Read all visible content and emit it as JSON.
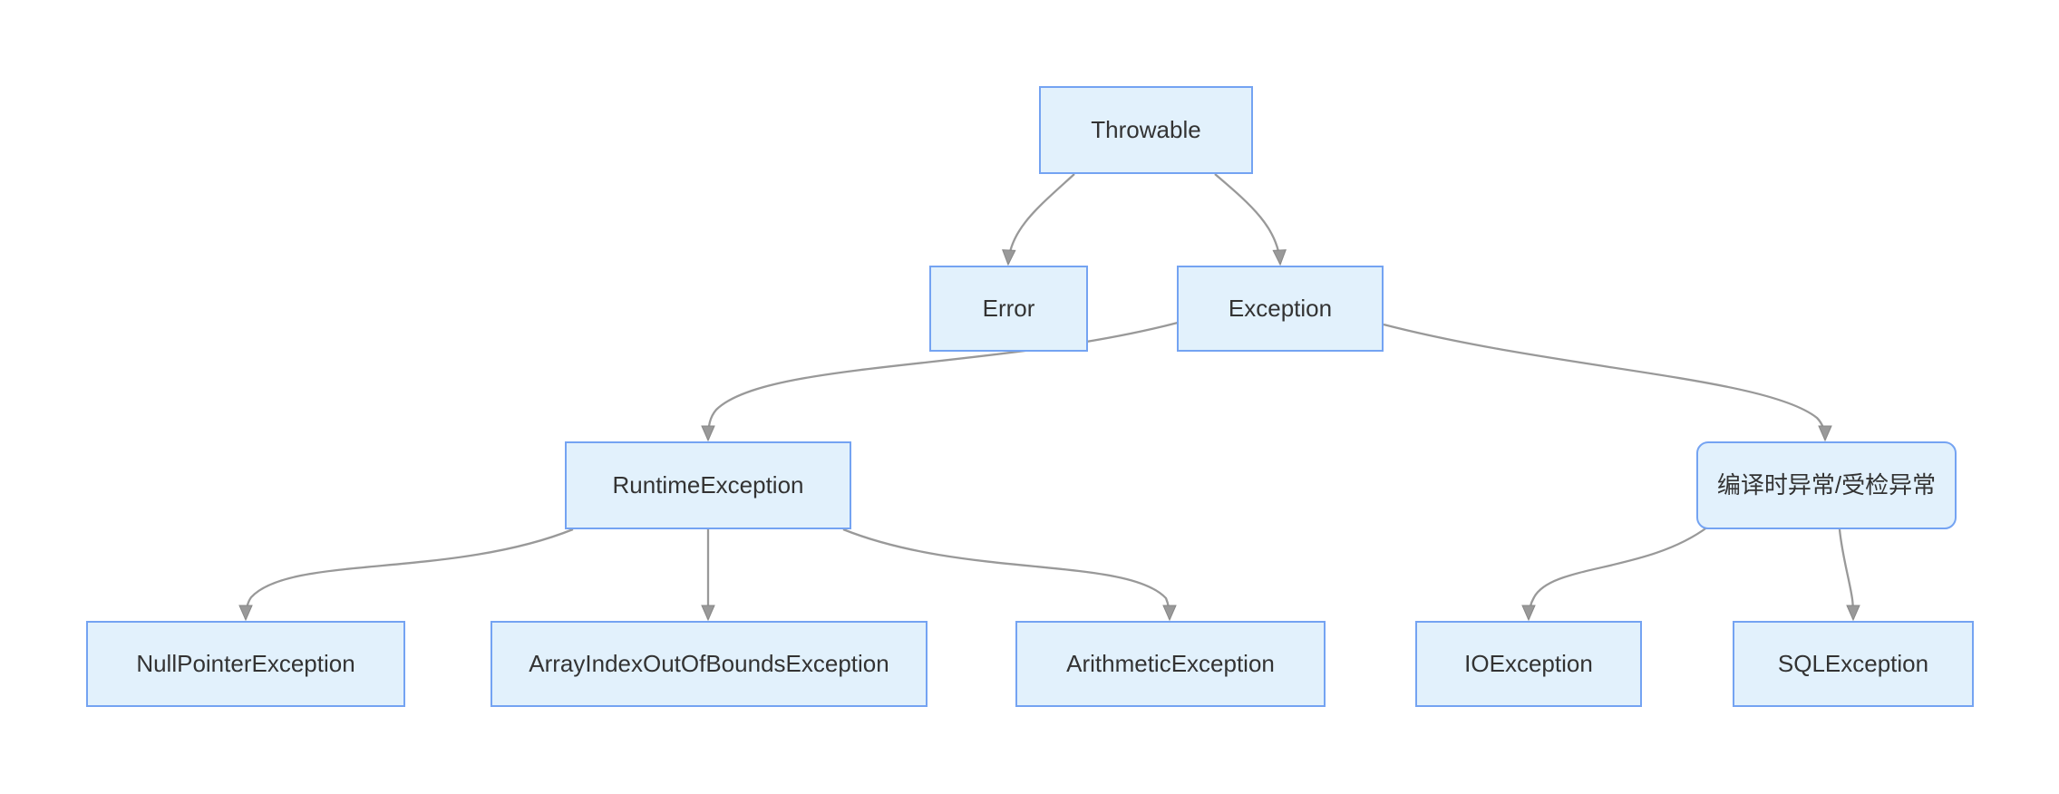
{
  "diagram": {
    "type": "flowchart",
    "description": "Java Throwable exception class hierarchy",
    "colors": {
      "background": "#ffffff",
      "node_fill": "#e2f1fc",
      "node_border": "#74a3f2",
      "edge": "#999999",
      "text": "#333333"
    },
    "nodes": [
      {
        "id": "throwable",
        "label": "Throwable",
        "shape": "rect"
      },
      {
        "id": "error",
        "label": "Error",
        "shape": "rect"
      },
      {
        "id": "exception",
        "label": "Exception",
        "shape": "rect"
      },
      {
        "id": "runtime-exception",
        "label": "RuntimeException",
        "shape": "rect"
      },
      {
        "id": "checked-exception",
        "label": "编译时异常/受检异常",
        "shape": "rounded"
      },
      {
        "id": "null-pointer-exception",
        "label": "NullPointerException",
        "shape": "rect"
      },
      {
        "id": "array-index-out-of-bounds-exception",
        "label": "ArrayIndexOutOfBoundsException",
        "shape": "rect"
      },
      {
        "id": "arithmetic-exception",
        "label": "ArithmeticException",
        "shape": "rect"
      },
      {
        "id": "io-exception",
        "label": "IOException",
        "shape": "rect"
      },
      {
        "id": "sql-exception",
        "label": "SQLException",
        "shape": "rect"
      }
    ],
    "edges": [
      {
        "from": "Throwable",
        "to": "Error"
      },
      {
        "from": "Throwable",
        "to": "Exception"
      },
      {
        "from": "Exception",
        "to": "RuntimeException"
      },
      {
        "from": "Exception",
        "to": "编译时异常/受检异常"
      },
      {
        "from": "RuntimeException",
        "to": "NullPointerException"
      },
      {
        "from": "RuntimeException",
        "to": "ArrayIndexOutOfBoundsException"
      },
      {
        "from": "RuntimeException",
        "to": "ArithmeticException"
      },
      {
        "from": "编译时异常/受检异常",
        "to": "IOException"
      },
      {
        "from": "编译时异常/受检异常",
        "to": "SQLException"
      }
    ]
  }
}
